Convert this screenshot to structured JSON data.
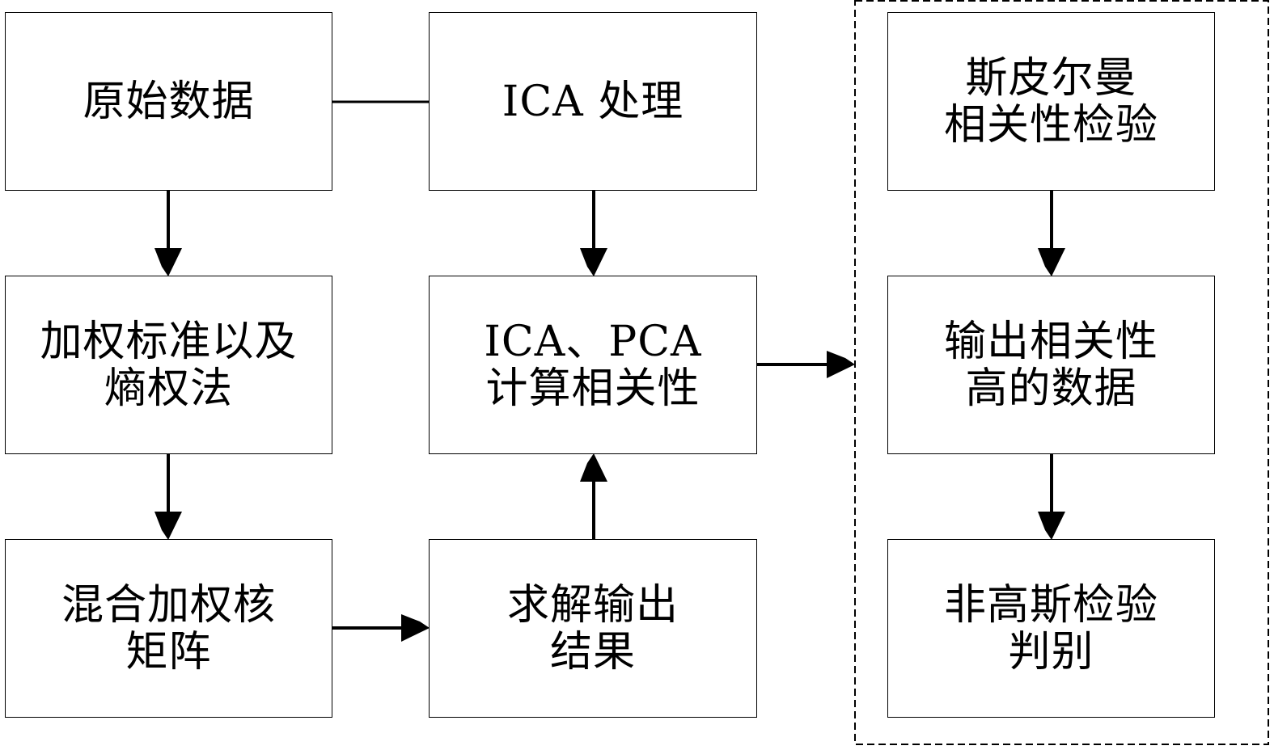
{
  "nodes": {
    "raw_data": {
      "lines": [
        "原始数据"
      ]
    },
    "ica_processing": {
      "lines": [
        "ICA 处理"
      ]
    },
    "spearman_test": {
      "lines": [
        "斯皮尔曼",
        "相关性检验"
      ]
    },
    "weighted_standard": {
      "lines": [
        "加权标准以及",
        "熵权法"
      ]
    },
    "ica_pca_correlation": {
      "lines": [
        "ICA、PCA",
        "计算相关性"
      ]
    },
    "output_high_correlation": {
      "lines": [
        "输出相关性",
        "高的数据"
      ]
    },
    "mixed_kernel_matrix": {
      "lines": [
        "混合加权核",
        "矩阵"
      ]
    },
    "solve_output": {
      "lines": [
        "求解输出",
        "结果"
      ]
    },
    "non_gaussian_test": {
      "lines": [
        "非高斯检验",
        "判别"
      ]
    }
  },
  "edges": [
    {
      "from": "raw_data",
      "to": "ica_processing",
      "arrow": false
    },
    {
      "from": "raw_data",
      "to": "weighted_standard",
      "arrow": true
    },
    {
      "from": "weighted_standard",
      "to": "mixed_kernel_matrix",
      "arrow": true
    },
    {
      "from": "mixed_kernel_matrix",
      "to": "solve_output",
      "arrow": true
    },
    {
      "from": "solve_output",
      "to": "ica_pca_correlation",
      "arrow": true
    },
    {
      "from": "ica_processing",
      "to": "ica_pca_correlation",
      "arrow": true
    },
    {
      "from": "ica_pca_correlation",
      "to": "dashed_group",
      "arrow": true
    },
    {
      "from": "spearman_test",
      "to": "output_high_correlation",
      "arrow": true
    },
    {
      "from": "output_high_correlation",
      "to": "non_gaussian_test",
      "arrow": true
    }
  ],
  "colors": {
    "stroke": "#000000",
    "background": "#ffffff"
  }
}
